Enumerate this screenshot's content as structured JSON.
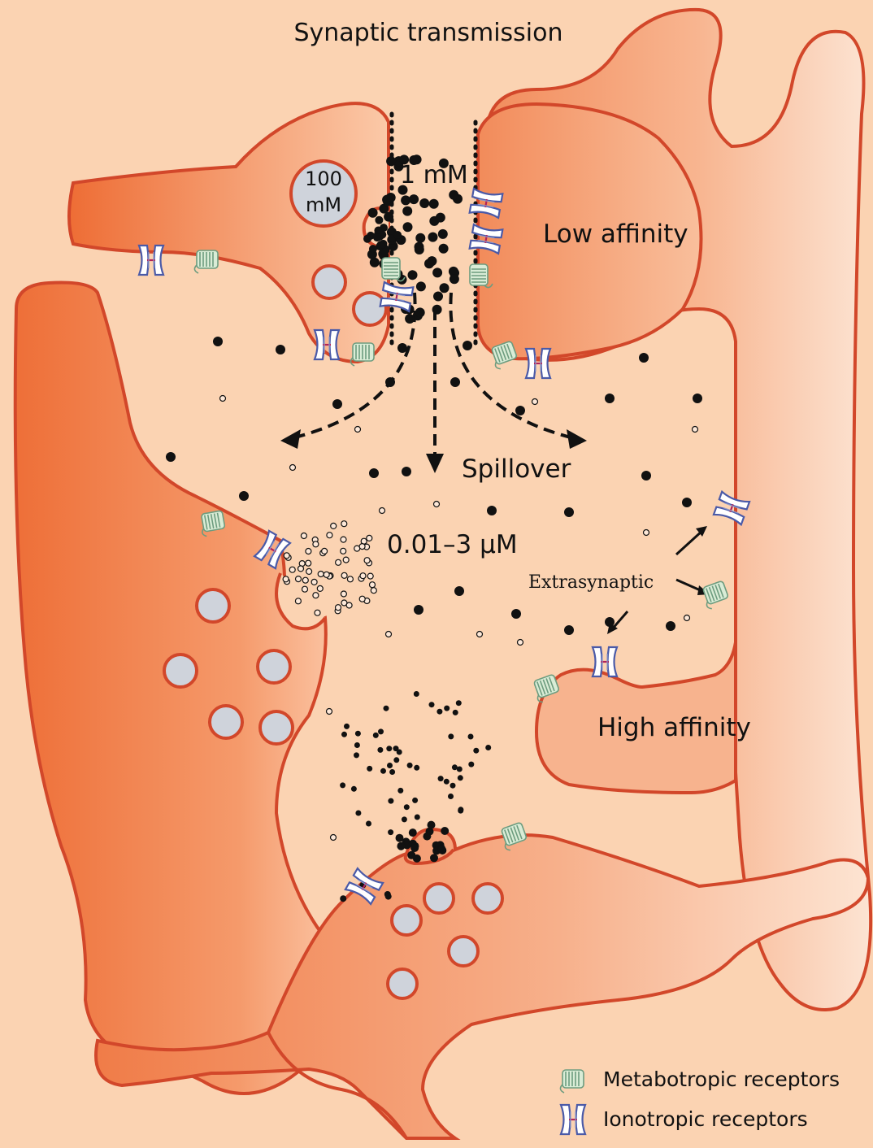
{
  "title": "Synaptic transmission",
  "labels": {
    "vesicle_concentration_line1": "100",
    "vesicle_concentration_line2": "mM",
    "cleft_concentration": "1 mM",
    "low_affinity": "Low affinity",
    "spillover": "Spillover",
    "extracellular_concentration": "0.01–3 μM",
    "extrasynaptic": "Extrasynaptic",
    "high_affinity": "High affinity"
  },
  "legend": {
    "metabotropic": "Metabotropic receptors",
    "ionotropic": "Ionotropic receptors"
  },
  "colors": {
    "background": "#fbd3b2",
    "outline": "#d2472a",
    "cell_dark": "#ee7a45",
    "cell_light": "#fbc4a3",
    "vesicle": "#cfd3db",
    "ionotropic_receptor": "#4a5aa8",
    "metabotropic_receptor": "#6d9c7f"
  },
  "icons": [
    "metabotropic-receptor-icon",
    "ionotropic-receptor-icon",
    "glutamate-molecule",
    "synaptic-vesicle"
  ]
}
